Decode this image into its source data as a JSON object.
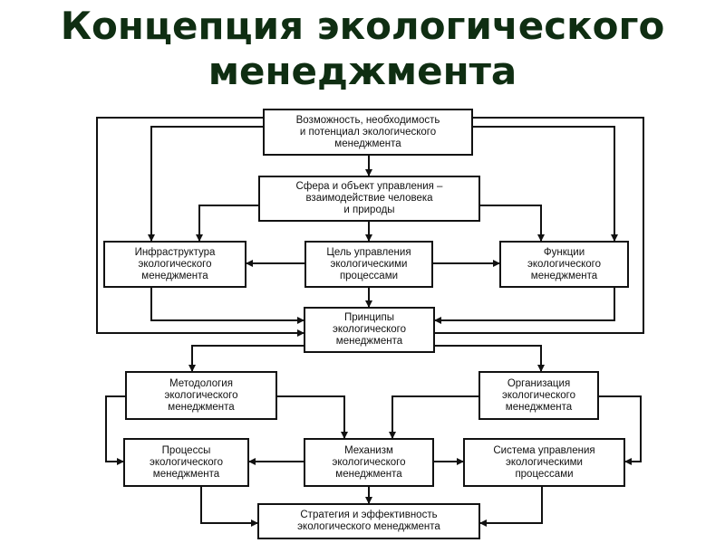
{
  "title": {
    "line1": "Концепция экологического",
    "line2": "менеджмента"
  },
  "boxes": {
    "possibility": "Возможность, необходимость\nи потенциал экологического\nменеджмента",
    "sphere": "Сфера и объект управления –\nвзаимодействие человека\nи природы",
    "infrastructure": "Инфраструктура\nэкологического\nменеджмента",
    "goal": "Цель управления\nэкологическими\nпроцессами",
    "functions": "Функции\nэкологического\nменеджмента",
    "principles": "Принципы\nэкологического\nменеджмента",
    "methodology": "Методология\nэкологического\nменеджмента",
    "organization": "Организация\nэкологического\nменеджмента",
    "processes": "Процессы\nэкологического\nменеджмента",
    "mechanism": "Механизм\nэкологического\nменеджмента",
    "system": "Система управления\nэкологическими\nпроцессами",
    "strategy": "Стратегия и эффективность\nэкологического менеджмента"
  }
}
